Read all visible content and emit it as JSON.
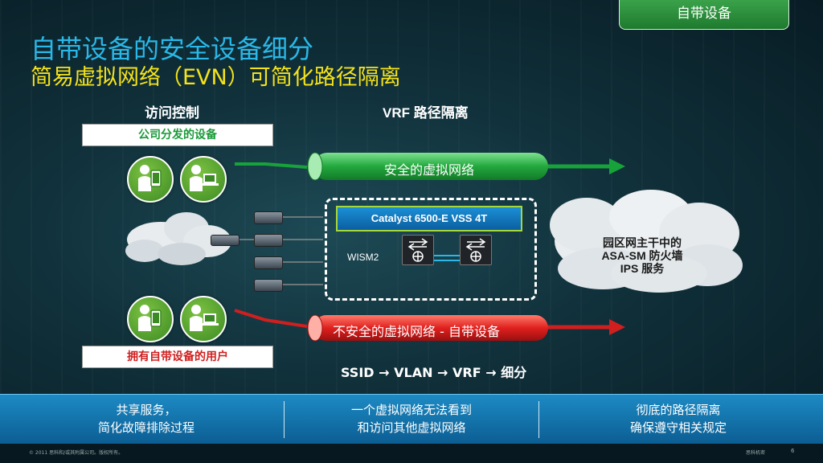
{
  "badge": "自带设备",
  "title": "自带设备的安全设备细分",
  "subtitle": "简易虚拟网络（EVN）可简化路径隔离",
  "headers": {
    "access_control": "访问控制",
    "vrf": "VRF 路径隔离"
  },
  "labels": {
    "corporate_devices": "公司分发的设备",
    "byod_users": "拥有自带设备的用户"
  },
  "pipes": {
    "secure": "安全的虚拟网络",
    "insecure": "不安全的虚拟网络 - 自带设备"
  },
  "catalyst": "Catalyst 6500-E VSS 4T",
  "wism": "WISM2",
  "cloud_text": [
    "园区网主干中的",
    "ASA-SM  防火墙",
    "IPS  服务"
  ],
  "ssid_flow": "SSID → VLAN → VRF → 细分",
  "footer": {
    "col1": [
      "共享服务，",
      "简化故障排除过程"
    ],
    "col2": [
      "一个虚拟网络无法看到",
      "和访问其他虚拟网络"
    ],
    "col3": [
      "彻底的路径隔离",
      "确保遵守相关规定"
    ]
  },
  "copyright": "© 2011 思科和/或其附属公司。版权所有。",
  "confidential": "思科机密",
  "page_number": "6",
  "colors": {
    "title": "#29b8e8",
    "subtitle": "#f4e21a",
    "secure_pipe": "#2bb54a",
    "insecure_pipe": "#e0201e",
    "corporate_label": "#1a9a3a",
    "byod_label": "#d01f1f"
  },
  "icons": [
    "person-phone-icon",
    "person-laptop-icon",
    "cloud-icon",
    "switch-icon",
    "access-point-icon",
    "router-icon"
  ]
}
